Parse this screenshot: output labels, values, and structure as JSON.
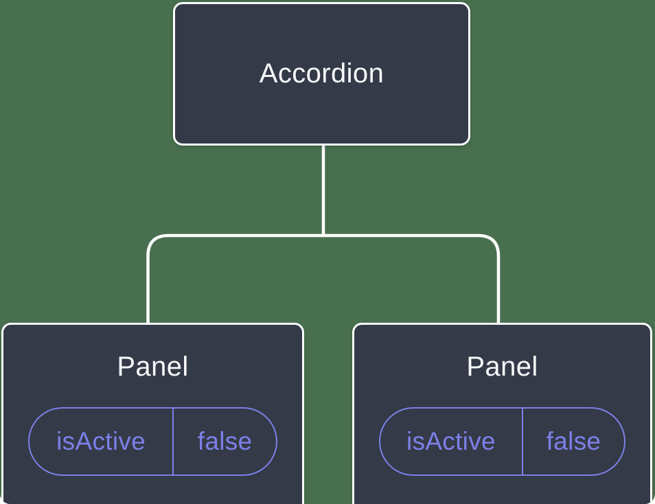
{
  "diagram": {
    "colors": {
      "background": "#48704F",
      "node_fill": "#343A47",
      "node_border": "#FFFFFF",
      "connector": "#FFFFFF",
      "node_text": "#F7F8FA",
      "state_accent": "#7C80E8"
    },
    "root": {
      "label": "Accordion"
    },
    "children": [
      {
        "label": "Panel",
        "state": {
          "key": "isActive",
          "value": "false"
        }
      },
      {
        "label": "Panel",
        "state": {
          "key": "isActive",
          "value": "false"
        }
      }
    ]
  }
}
